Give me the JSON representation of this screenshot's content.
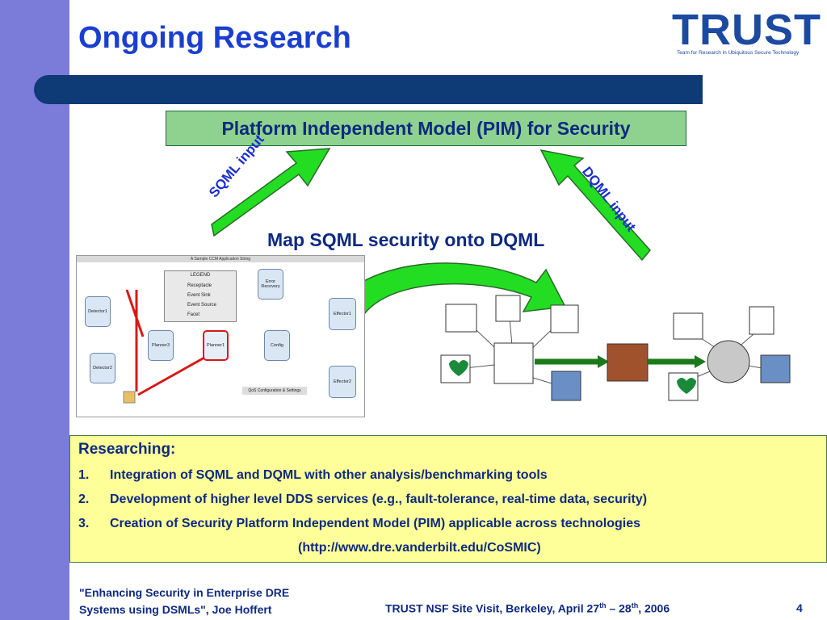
{
  "slide": {
    "title": "Ongoing Research",
    "logo": {
      "word": "TRUST",
      "subtitle": "Team for Research in Ubiquitous Secure Technology"
    },
    "pim_box": "Platform Independent Model (PIM) for Security",
    "arrow_left_label": "SQML input",
    "arrow_right_label": "DQML input",
    "map_label": "Map SQML security onto DQML"
  },
  "app_diagram": {
    "title": "A Sample CCM Application String",
    "legend_title": "LEGEND",
    "legend_items": [
      "Receptacle",
      "Event Sink",
      "Event Source",
      "Facet"
    ],
    "components": [
      "Detector1",
      "Detector2",
      "Planner3",
      "Planner1",
      "Error Recovery",
      "Config",
      "Effector1",
      "Effector2"
    ],
    "qos_label": "QoS Configuration & Settings"
  },
  "research": {
    "heading": "Researching:",
    "items": [
      {
        "num": "1.",
        "text": "Integration of SQML and DQML with other analysis/benchmarking tools"
      },
      {
        "num": "2.",
        "text": "Development of higher level DDS services (e.g., fault-tolerance, real-time data, security)"
      },
      {
        "num": "3.",
        "text": "Creation of Security Platform Independent Model (PIM) applicable across technologies"
      }
    ],
    "url": "(http://www.dre.vanderbilt.edu/CoSMIC)"
  },
  "footer": {
    "left_line1": "\"Enhancing Security in Enterprise DRE",
    "left_line2": "Systems using DSMLs\", Joe Hoffert",
    "mid_a": "TRUST NSF Site Visit, Berkeley, April 27",
    "mid_sup1": "th",
    "mid_b": " – 28",
    "mid_sup2": "th",
    "mid_c": ", 2006",
    "page": "4"
  },
  "colors": {
    "title": "#1a3fd0",
    "navbar": "#0e3a75",
    "pim_box": "#8fd18f",
    "arrow": "#22dd22",
    "research_bg": "#ffff99",
    "leftbar": "#7b7bd9"
  }
}
